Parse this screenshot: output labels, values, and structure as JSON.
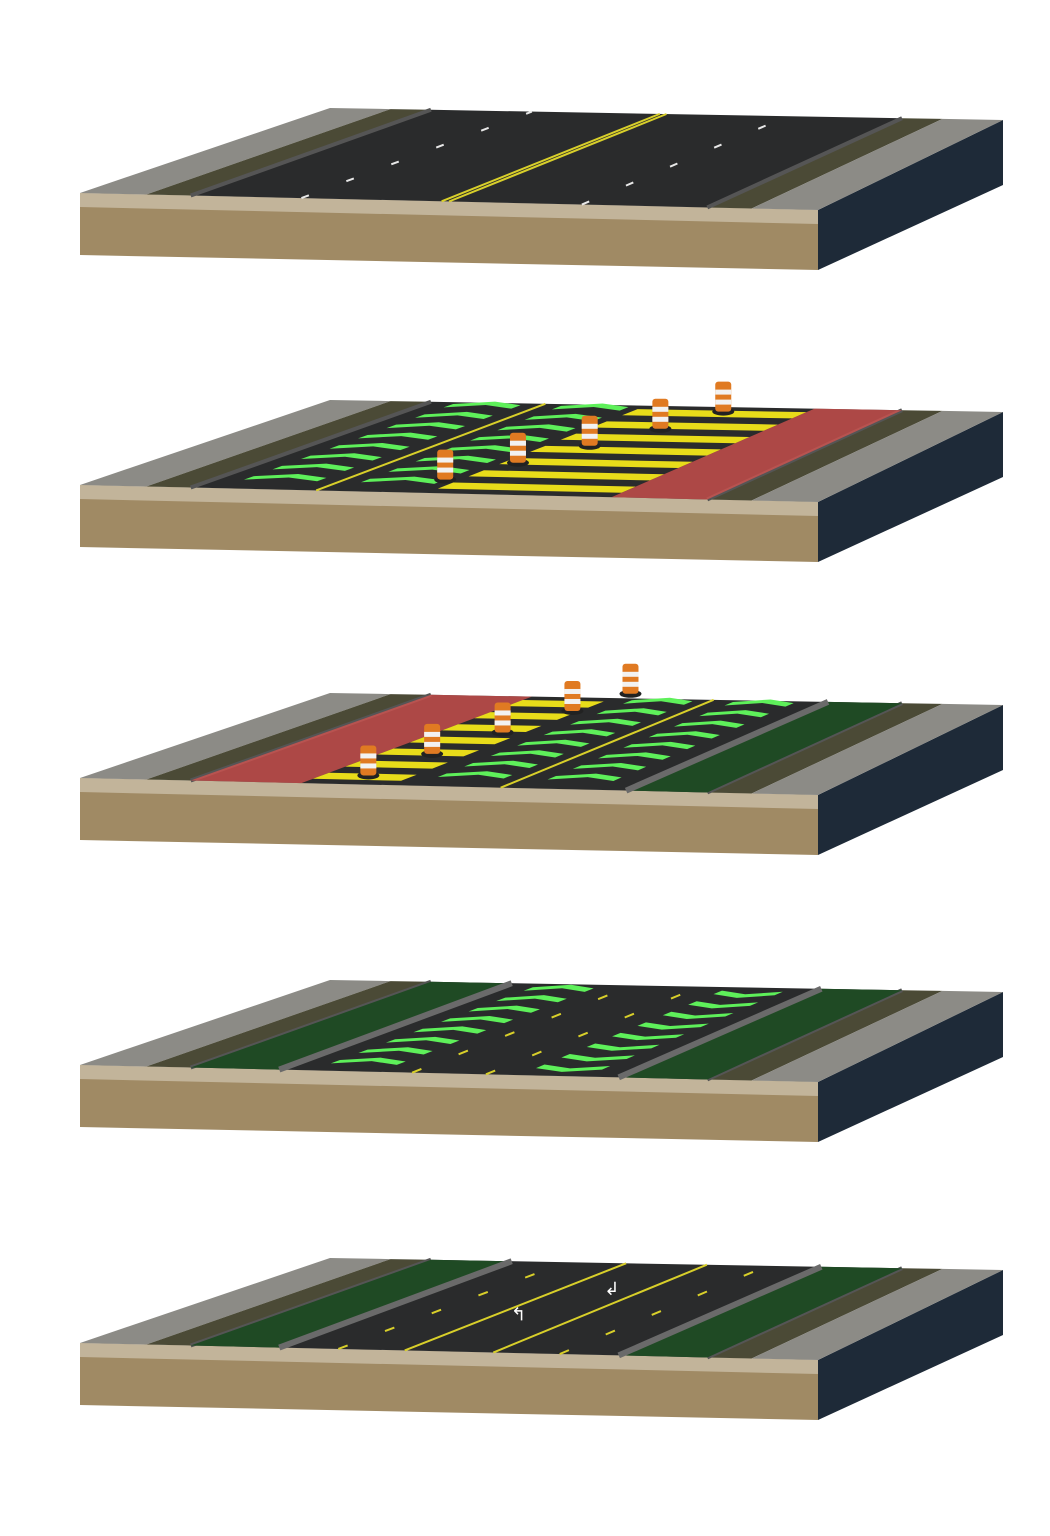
{
  "colors": {
    "background": "#ffffff",
    "asphalt": "#2a2b2c",
    "sidewalk": "#8c8b86",
    "grass": "#4b4a36",
    "soil": "#a08a64",
    "side_face": "#1e2a38",
    "bike_lane": "#1f4a24",
    "chevron": "#5ef05a",
    "hatch_yellow": "#e8dc1a",
    "work_zone_red": "#d9534f",
    "lane_line_yellow": "#d8cf2a",
    "lane_line_white": "#e8e8e8",
    "barrel_orange": "#e07a22"
  },
  "phases": [
    {
      "name": "phase-1-existing-road",
      "features": [
        "center-double-yellow",
        "white-lane-dashes"
      ]
    },
    {
      "name": "phase-2-right-work-zone",
      "features": [
        "green-chevrons",
        "yellow-hatch",
        "red-work-zone",
        "barrels"
      ]
    },
    {
      "name": "phase-3-left-work-zone",
      "features": [
        "red-work-zone",
        "yellow-hatch",
        "green-chevrons",
        "barrels",
        "right-bike-lane"
      ]
    },
    {
      "name": "phase-4-median-transition",
      "features": [
        "green-chevrons",
        "bike-lanes"
      ]
    },
    {
      "name": "phase-5-final-road",
      "features": [
        "bike-lanes",
        "center-double-yellow",
        "turn-arrows"
      ]
    }
  ]
}
